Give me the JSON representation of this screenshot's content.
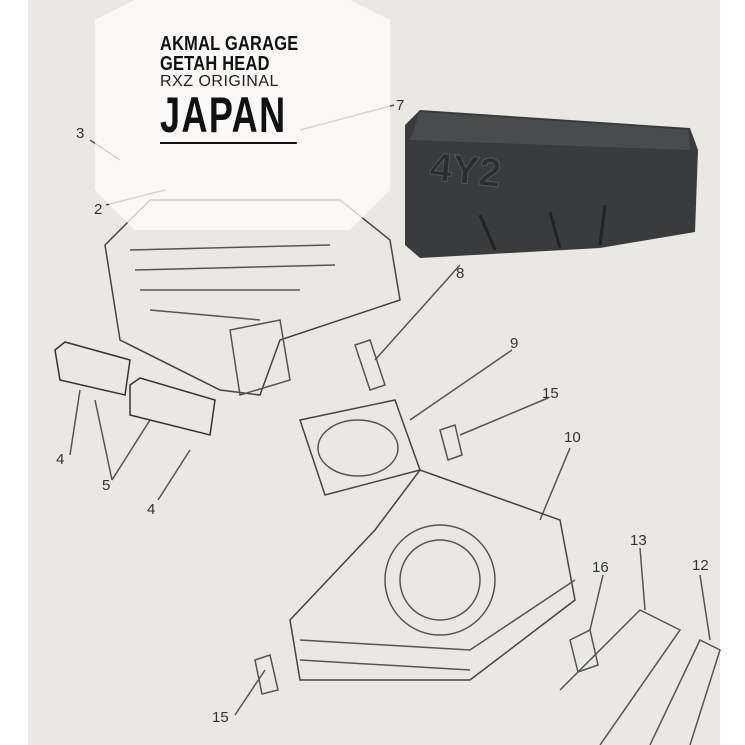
{
  "logo": {
    "line1": "AKMAL GARAGE",
    "line2": "GETAH HEAD",
    "line3": "RXZ ORIGINAL",
    "line4": "JAPAN"
  },
  "product": {
    "embossed_text": "4Y2",
    "color": "#3a3b3d"
  },
  "diagram": {
    "part_labels": [
      "3",
      "7",
      "2",
      "8",
      "9",
      "15",
      "10",
      "4",
      "5",
      "4",
      "13",
      "16",
      "12",
      "15"
    ]
  },
  "colors": {
    "paper": "#e9e8e4",
    "ink": "#333333"
  }
}
